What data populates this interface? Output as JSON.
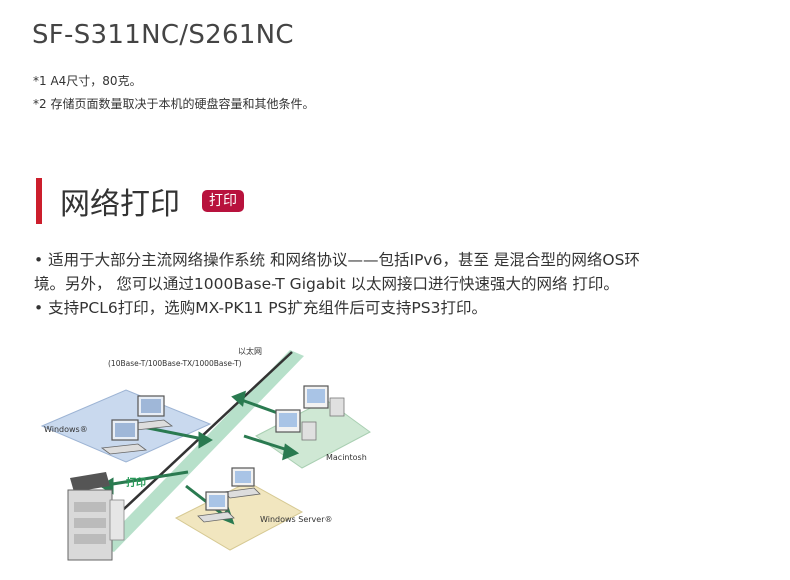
{
  "header": {
    "model": "SF-S311NC/S261NC"
  },
  "footnotes": [
    "*1 A4尺寸，80克。",
    "*2 存储页面数量取决于本机的硬盘容量和其他条件。"
  ],
  "section": {
    "title": "网络打印",
    "badge": "打印"
  },
  "bullets": {
    "b1_line1": "• 适用于大部分主流网络操作系统 和网络协议——包括IPv6，甚至 是混合型的网络OS环",
    "b1_line2": "境。另外，  您可以通过1000Base-T Gigabit 以太网接口进行快速强大的网络 打印。",
    "b2": "• 支持PCL6打印，选购MX-PK11 PS扩充组件后可支持PS3打印。"
  },
  "diagram": {
    "ethernet_label": "以太网",
    "ethernet_spec": "(10Base-T/100Base-TX/1000Base-T)",
    "windows_label": "Windows®",
    "macintosh_label": "Macintosh",
    "windows_server_label": "Windows Server®",
    "print_label": "打印",
    "colors": {
      "green_band": "#9fd6b8",
      "arrow_green": "#2a9a5a",
      "blue_platform": "#c9d9ee",
      "green_platform": "#cfe8d4",
      "yellow_platform": "#f1e6bf"
    }
  }
}
